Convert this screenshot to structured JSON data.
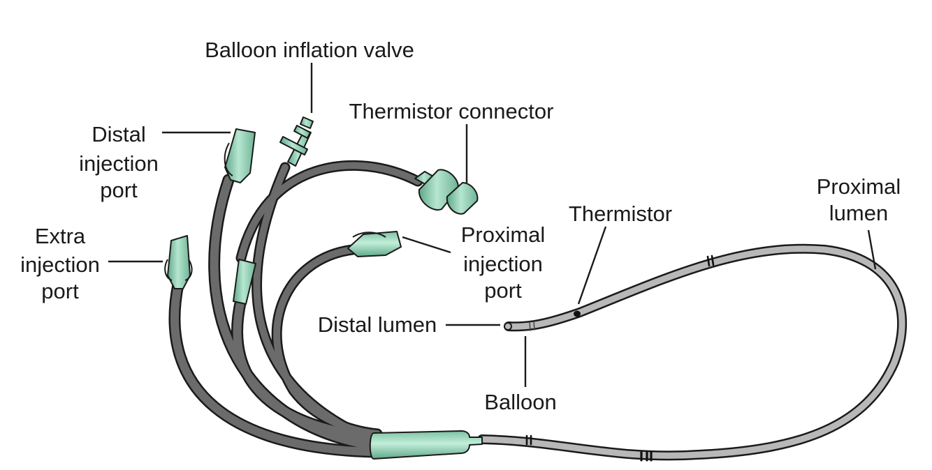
{
  "labels": {
    "balloon_inflation_valve": "Balloon inflation valve",
    "thermistor_connector": "Thermistor connector",
    "distal_injection_port": [
      "Distal",
      "injection",
      "port"
    ],
    "extra_injection_port": [
      "Extra",
      "injection",
      "port"
    ],
    "proximal_injection_port": [
      "Proximal",
      "injection",
      "port"
    ],
    "thermistor": "Thermistor",
    "proximal_lumen": [
      "Proximal",
      "lumen"
    ],
    "distal_lumen": "Distal lumen",
    "balloon": "Balloon"
  },
  "colors": {
    "tube_dark": "#6b6b6b",
    "tube_light": "#b8b8b8",
    "connector_green": "#8ecfb0",
    "connector_green_dark": "#5fa88a",
    "outline": "#1a1a1a"
  }
}
